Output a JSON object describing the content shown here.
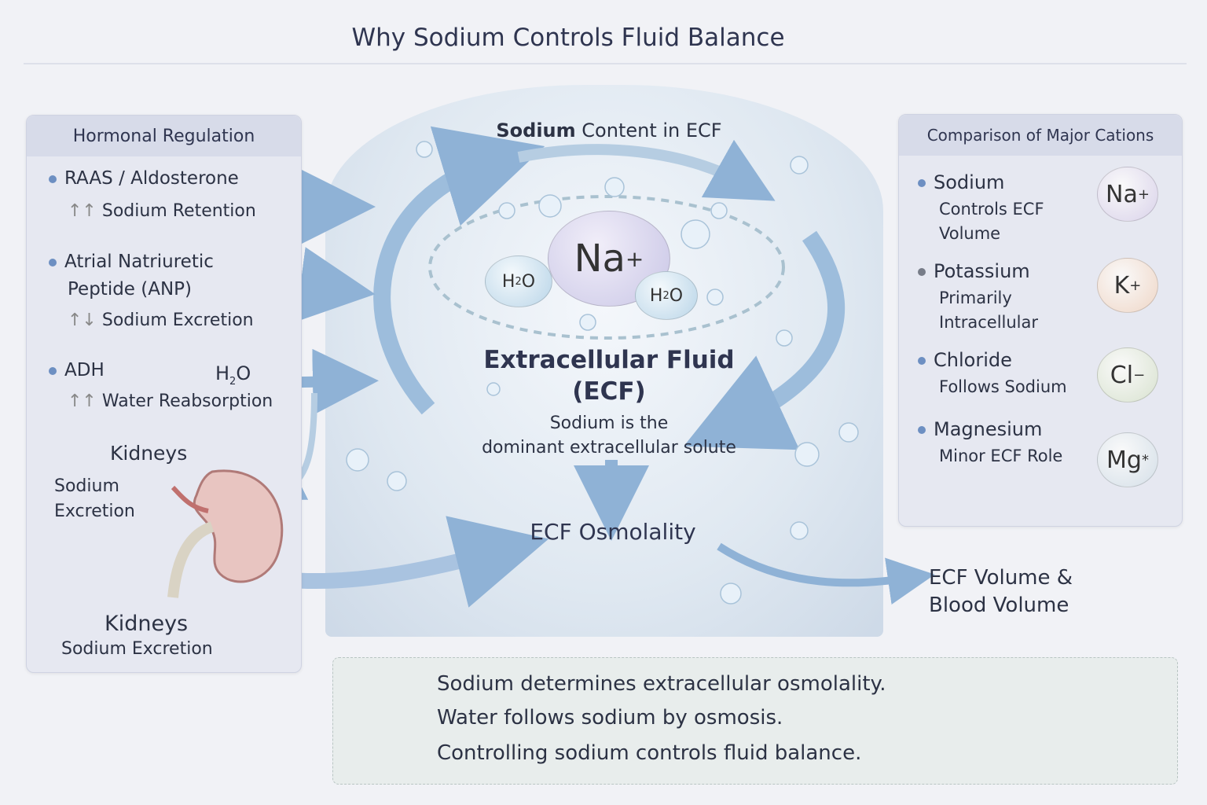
{
  "title": "Why Sodium Controls Fluid Balance",
  "hormonal": {
    "heading": "Hormonal Regulation",
    "items": [
      {
        "name": "RAAS / Aldosterone",
        "effect": "Sodium Retention",
        "arrows": "↑↑"
      },
      {
        "name_line1": "Atrial Natriuretic",
        "name_line2": "Peptide (ANP)",
        "effect": "Sodium Excretion",
        "arrows": "↑↓"
      },
      {
        "name": "ADH",
        "water": "H",
        "water_sub": "2",
        "water_end": "O",
        "effect": "Water Reabsorption",
        "arrows": "↑↑"
      }
    ],
    "kidneys_top": "Kidneys",
    "kidney_side_line1": "Sodium",
    "kidney_side_line2": "Excretion",
    "kidneys_bottom": "Kidneys",
    "kidneys_bottom_sub": "Sodium Excretion"
  },
  "center": {
    "top_label_bold": "Sodium",
    "top_label_rest": " Content in ECF",
    "na": "Na",
    "na_sup": "+",
    "h2o_h": "H",
    "h2o_sub": "2",
    "h2o_o": "O",
    "ecf_line1": "Extracellular Fluid",
    "ecf_line2": "(ECF)",
    "desc_line1": "Sodium is the",
    "desc_line2": "dominant extracellular solute",
    "osmolality": "ECF Osmolality"
  },
  "outcome": {
    "line1": "ECF Volume &",
    "line2": "Blood Volume"
  },
  "cations": {
    "heading": "Comparison of Major Cations",
    "items": [
      {
        "name": "Sodium",
        "desc1": "Controls ECF",
        "desc2": "Volume",
        "symbol": "Na",
        "charge": "+",
        "color": "#d9d2ea",
        "dot": "#6d8fc2"
      },
      {
        "name": "Potassium",
        "desc1": "Primarily",
        "desc2": "Intracellular",
        "symbol": "K",
        "charge": "+",
        "color": "#efd6c6",
        "dot": "#777c88"
      },
      {
        "name": "Chloride",
        "desc1": "Follows Sodium",
        "desc2": "",
        "symbol": "Cl",
        "charge": "−",
        "color": "#d8e2cf",
        "dot": "#6d8fc2"
      },
      {
        "name": "Magnesium",
        "desc1": "Minor ECF Role",
        "desc2": "",
        "symbol": "Mg",
        "charge": "*",
        "color": "#d4dfe8",
        "dot": "#6d8fc2"
      }
    ]
  },
  "summary": [
    "Sodium determines extracellular osmolality.",
    "Water follows sodium by osmosis.",
    "Controlling sodium controls fluid balance."
  ]
}
